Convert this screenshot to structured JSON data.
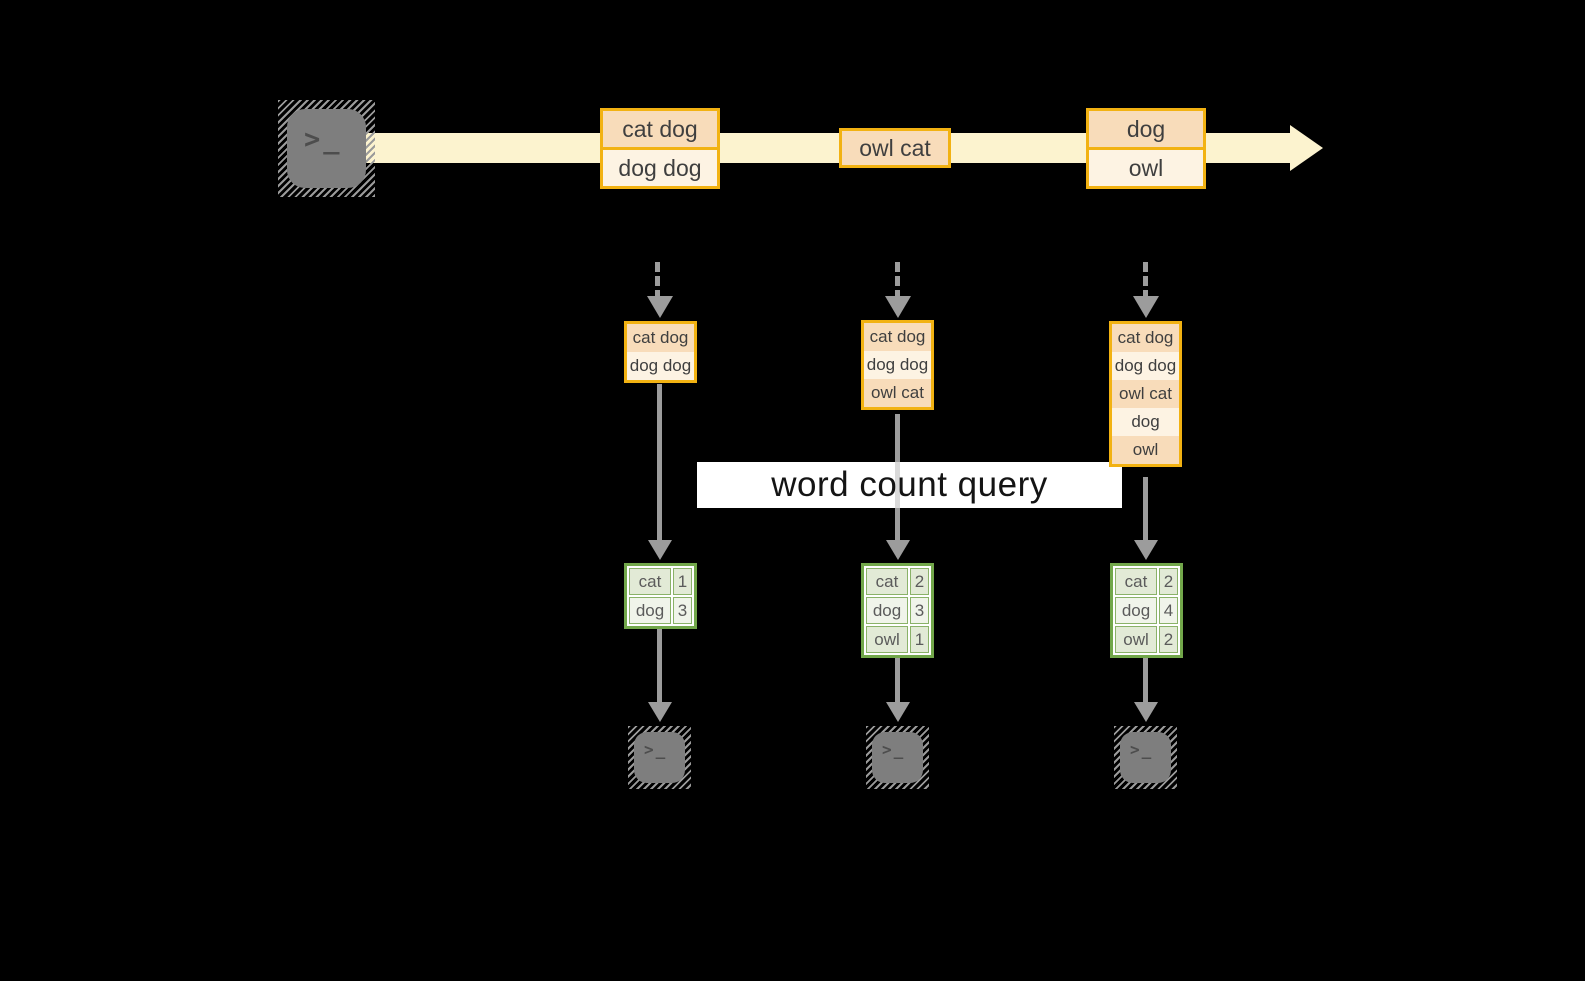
{
  "query_label": "word count query",
  "icons": {
    "terminal_prompt": ">_"
  },
  "colors": {
    "background": "#000000",
    "stream_arrow": "#FCF3CF",
    "batch_border": "#F2B212",
    "batch_cell_peach": "#F8DCBA",
    "batch_cell_cream": "#FDF3E3",
    "table_border": "#72A74A",
    "table_cell_dark": "#E2EAD6",
    "table_cell_light": "#F0F4EA",
    "flow_gray": "#9C9C9C",
    "terminal_gray": "#7E7E7E",
    "label_background": "#FFFFFF"
  },
  "stream": {
    "batches": [
      {
        "items": [
          "cat dog",
          "dog dog"
        ]
      },
      {
        "items": [
          "owl cat"
        ]
      },
      {
        "items": [
          "dog",
          "owl"
        ]
      }
    ]
  },
  "columns": [
    {
      "accumulated": [
        "cat dog",
        "dog dog"
      ],
      "counts": [
        {
          "word": "cat",
          "count": "1"
        },
        {
          "word": "dog",
          "count": "3"
        }
      ]
    },
    {
      "accumulated": [
        "cat dog",
        "dog dog",
        "owl cat"
      ],
      "counts": [
        {
          "word": "cat",
          "count": "2"
        },
        {
          "word": "dog",
          "count": "3"
        },
        {
          "word": "owl",
          "count": "1"
        }
      ]
    },
    {
      "accumulated": [
        "cat dog",
        "dog dog",
        "owl cat",
        "dog",
        "owl"
      ],
      "counts": [
        {
          "word": "cat",
          "count": "2"
        },
        {
          "word": "dog",
          "count": "4"
        },
        {
          "word": "owl",
          "count": "2"
        }
      ]
    }
  ]
}
